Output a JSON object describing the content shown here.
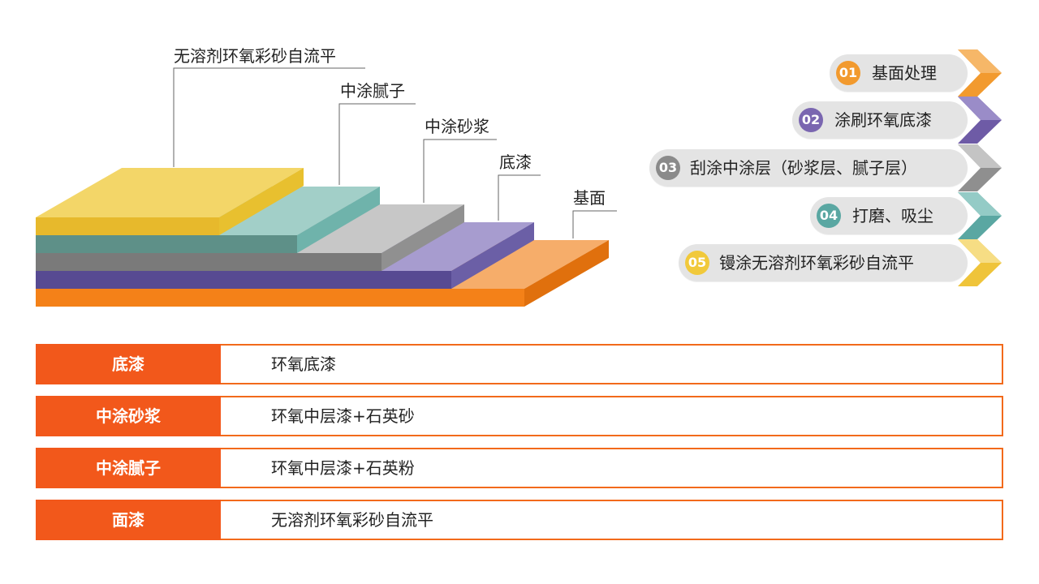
{
  "diagram": {
    "labels": {
      "top": "无溶剂环氧彩砂自流平",
      "putty": "中涂腻子",
      "mortar": "中涂砂浆",
      "primer": "底漆",
      "base": "基面"
    },
    "colors": {
      "top": "#f3d668",
      "putty": "#5e9088",
      "mortar": "#7a7a7a",
      "primer": "#574a92",
      "base": "#f48118"
    }
  },
  "steps": [
    {
      "num": "01",
      "label": "基面处理",
      "color": "#f29a2e"
    },
    {
      "num": "02",
      "label": "涂刷环氧底漆",
      "color": "#7a66b0"
    },
    {
      "num": "03",
      "label": "刮涂中涂层（砂浆层、腻子层）",
      "color": "#8a8a8a"
    },
    {
      "num": "04",
      "label": "打磨、吸尘",
      "color": "#5aa7a2"
    },
    {
      "num": "05",
      "label": "镘涂无溶剂环氧彩砂自流平",
      "color": "#f1c93b"
    }
  ],
  "table": {
    "rows": [
      {
        "layer": "底漆",
        "material": "环氧底漆"
      },
      {
        "layer": "中涂砂浆",
        "material": "环氧中层漆+石英砂"
      },
      {
        "layer": "中涂腻子",
        "material": "环氧中层漆+石英粉"
      },
      {
        "layer": "面漆",
        "material": "无溶剂环氧彩砂自流平"
      }
    ]
  }
}
